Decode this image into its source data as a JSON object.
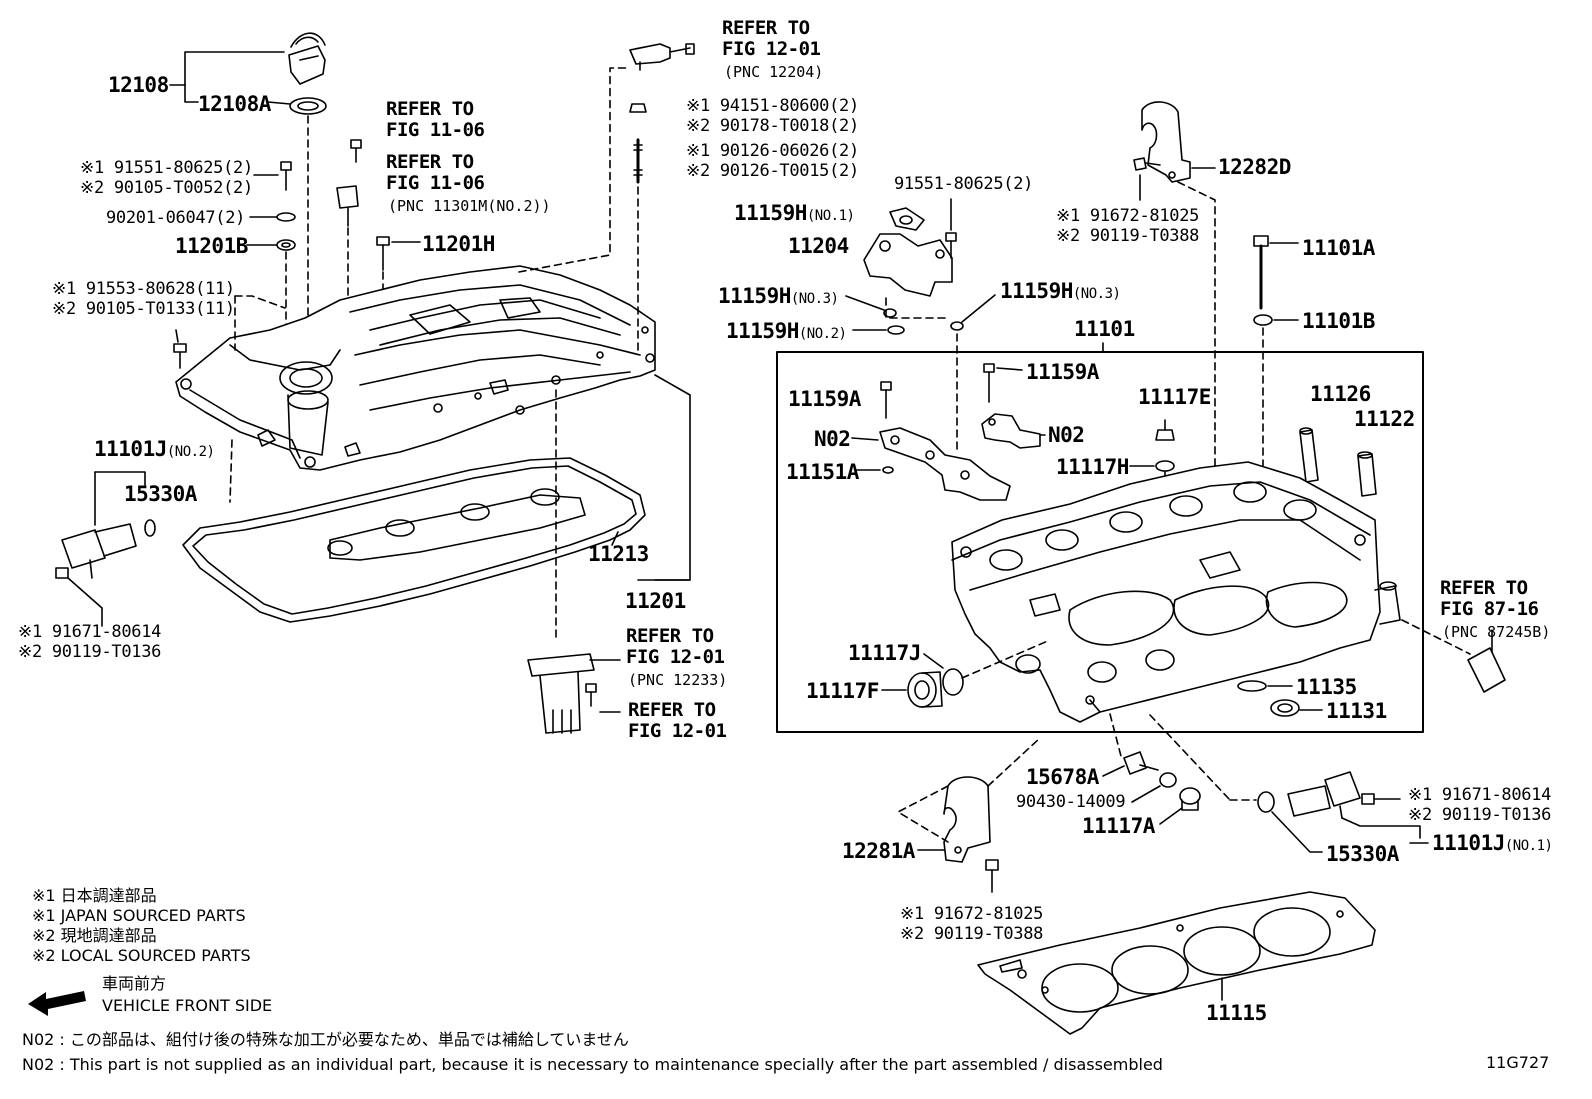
{
  "labels": {
    "p12108": "12108",
    "p12108a": "12108A",
    "refer_11_06_a": "REFER TO",
    "refer_11_06_a2": "FIG 11-06",
    "refer_11_06_b": "REFER TO",
    "refer_11_06_b2": "FIG 11-06",
    "pnc_11301m": "(PNC 11301M(NO.2))",
    "bolt_91551_a": "※1 91551-80625(2)",
    "bolt_90105_a": "※2 90105-T0052(2)",
    "washer_90201": "90201-06047(2)",
    "p11201b": "11201B",
    "p11201h": "11201H",
    "bolt_91553": "※1 91553-80628(11)",
    "bolt_90105_b": "※2 90105-T0133(11)",
    "p11101j_no2": "11101J",
    "p11101j_no2_sub": "(NO.2)",
    "p15330a_top": "15330A",
    "bolt_91671_a": "※1 91671-80614",
    "bolt_90119_a": "※2 90119-T0136",
    "p11213": "11213",
    "p11201": "11201",
    "refer_12_01_a": "REFER TO",
    "refer_12_01_a2": "FIG 12-01",
    "pnc_12204": "(PNC 12204)",
    "nut_94151": "※1 94151-80600(2)",
    "nut_90178": "※2 90178-T0018(2)",
    "stud_90126_a": "※1 90126-06026(2)",
    "stud_90126_b": "※2 90126-T0015(2)",
    "refer_12_01_b": "REFER TO",
    "refer_12_01_b2": "FIG 12-01",
    "pnc_12233": "(PNC 12233)",
    "refer_12_01_c": "REFER TO",
    "refer_12_01_c2": "FIG 12-01",
    "bolt_91551_b": "91551-80625(2)",
    "p11159h_no1": "11159H",
    "p11159h_no1_sub": "(NO.1)",
    "p11204": "11204",
    "p11159h_no3a": "11159H",
    "p11159h_no3a_sub": "(NO.3)",
    "p11159h_no3b": "11159H",
    "p11159h_no3b_sub": "(NO.3)",
    "p11159h_no2": "11159H",
    "p11159h_no2_sub": "(NO.2)",
    "p12282d": "12282D",
    "bolt_91672_a": "※1 91672-81025",
    "bolt_90119_b": "※2 90119-T0388",
    "p11101a": "11101A",
    "p11101b": "11101B",
    "p11101": "11101",
    "p11159a_a": "11159A",
    "p11159a_b": "11159A",
    "n02_a": "N02",
    "n02_b": "N02",
    "p11151a": "11151A",
    "p11117e": "11117E",
    "p11117h": "11117H",
    "p11126": "11126",
    "p11122": "11122",
    "refer_87_16": "REFER TO",
    "refer_87_16_2": "FIG 87-16",
    "pnc_87245b": "(PNC 87245B)",
    "p11117j": "11117J",
    "p11117f": "11117F",
    "p11135": "11135",
    "p11131": "11131",
    "p15678a": "15678A",
    "washer_90430": "90430-14009",
    "p11117a": "11117A",
    "p12281a": "12281A",
    "bolt_91672_b": "※1 91672-81025",
    "bolt_90119_c": "※2 90119-T0388",
    "bolt_91671_b": "※1 91671-80614",
    "bolt_90119_d": "※2 90119-T0136",
    "p15330a_bot": "15330A",
    "p11101j_no1": "11101J",
    "p11101j_no1_sub": "(NO.1)",
    "p11115": "11115"
  },
  "legend": {
    "jp1": "※1  日本調達部品",
    "en1": "※1  JAPAN SOURCED PARTS",
    "jp2": "※2  現地調達部品",
    "en2": "※2  LOCAL SOURCED PARTS",
    "front_jp": "車両前方",
    "front_en": "VEHICLE FRONT SIDE"
  },
  "notes": {
    "n02_jp": "N02 : この部品は、組付け後の特殊な加工が必要なため、単品では補給していません",
    "n02_en": "N02 : This part is not supplied as an individual part, because it is necessary to maintenance specially after the part assembled / disassembled"
  },
  "figure_id": "11G727"
}
